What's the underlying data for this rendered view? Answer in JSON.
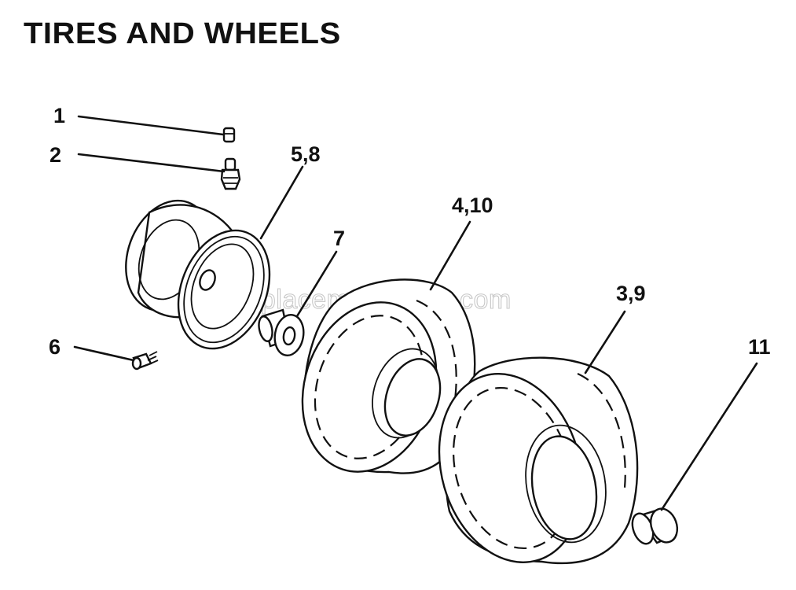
{
  "title": "TIRES AND WHEELS",
  "watermark": "eReplacementParts.com",
  "callouts": [
    {
      "id": "c1",
      "text": "1"
    },
    {
      "id": "c2",
      "text": "2"
    },
    {
      "id": "c58",
      "text": "5,8"
    },
    {
      "id": "c7",
      "text": "7"
    },
    {
      "id": "c410",
      "text": "4,10"
    },
    {
      "id": "c39",
      "text": "3,9"
    },
    {
      "id": "c6",
      "text": "6"
    },
    {
      "id": "c11",
      "text": "11"
    }
  ]
}
